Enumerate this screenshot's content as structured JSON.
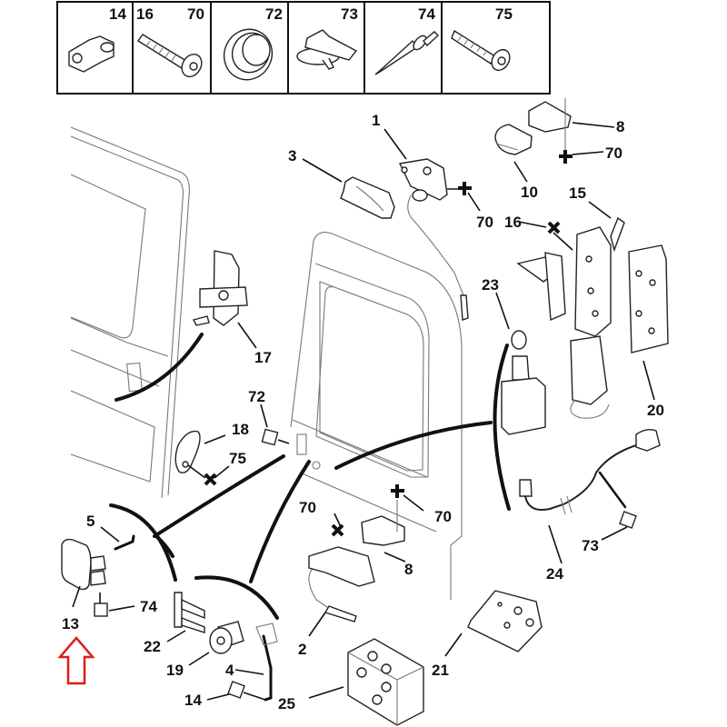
{
  "diagram": {
    "title": "Rear door lock mechanism exploded parts diagram",
    "fastener_legend": [
      {
        "ids": [
          "14"
        ],
        "icon": "u-nut-clip-icon"
      },
      {
        "ids": [
          "16",
          "70"
        ],
        "icon": "torx-bolt-icon"
      },
      {
        "ids": [
          "72"
        ],
        "icon": "plug-cap-icon"
      },
      {
        "ids": [
          "73"
        ],
        "icon": "cable-clip-icon"
      },
      {
        "ids": [
          "74"
        ],
        "icon": "rivet-icon"
      },
      {
        "ids": [
          "75"
        ],
        "icon": "self-tapping-screw-icon"
      }
    ],
    "callouts": {
      "c1": "1",
      "c3": "3",
      "c8a": "8",
      "c70a": "70",
      "c10": "10",
      "c15": "15",
      "c16": "16",
      "c70b": "70",
      "c23": "23",
      "c17": "17",
      "c20": "20",
      "c72": "72",
      "c18": "18",
      "c75": "75",
      "c5": "5",
      "c70c": "70",
      "c70d": "70",
      "c73": "73",
      "c8b": "8",
      "c24": "24",
      "c13": "13",
      "c74": "74",
      "c22": "22",
      "c2": "2",
      "c21": "21",
      "c19": "19",
      "c4": "4",
      "c14": "14",
      "c25": "25"
    },
    "highlight": {
      "target": "13",
      "icon": "arrow-up-icon",
      "color": "#e01b1b"
    }
  }
}
